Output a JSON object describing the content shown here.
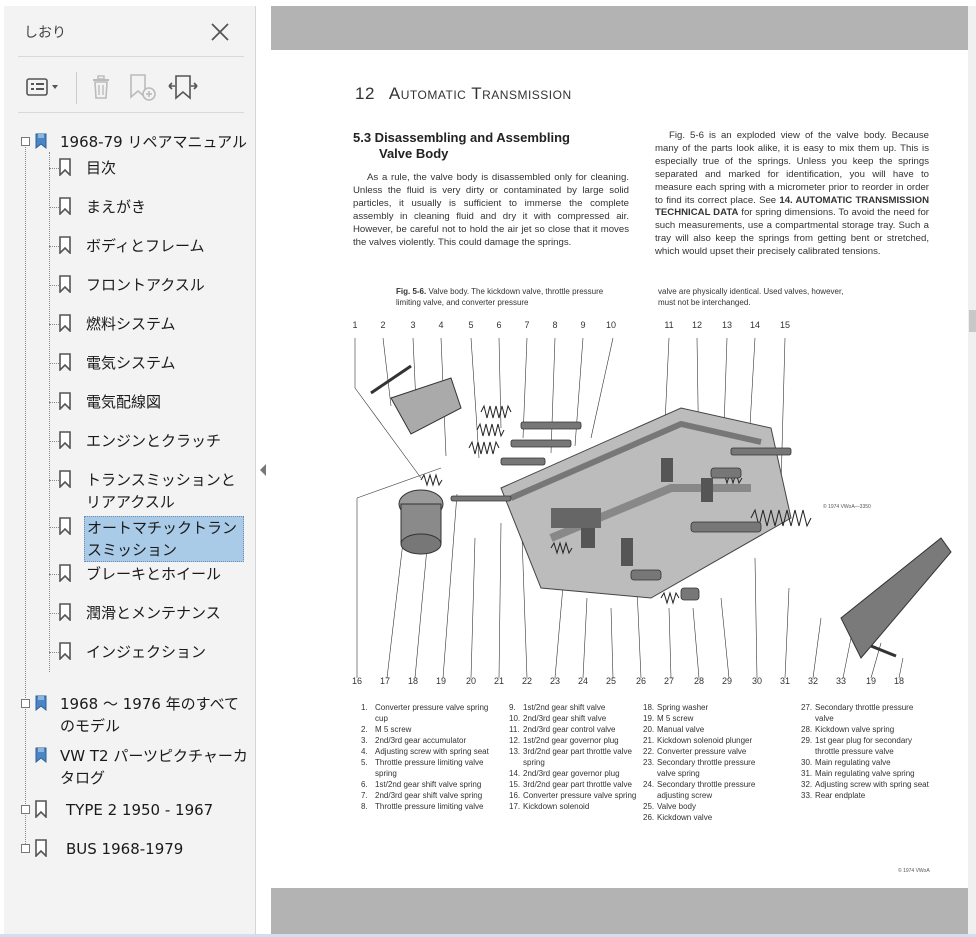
{
  "panel": {
    "title": "しおり",
    "toolbar": [
      "options-menu",
      "delete-bookmark",
      "new-bookmark",
      "expand-bookmark"
    ]
  },
  "tree": {
    "root1": {
      "label": "1968-79 リペアマニュアル",
      "children": [
        "目次",
        "まえがき",
        "ボディとフレーム",
        "フロントアクスル",
        "燃料システム",
        "電気システム",
        "電気配線図",
        "エンジンとクラッチ",
        "トランスミッションとリアアクスル",
        "オートマチックトランスミッション",
        "ブレーキとホイール",
        "潤滑とメンテナンス",
        "インジェクション"
      ],
      "selected_index": 9
    },
    "root2": "1968 ～ 1976 年のすべてのモデル",
    "root3": "VW T2 パーツピクチャーカタログ",
    "root4": "TYPE 2 1950 - 1967",
    "root5": "BUS 1968-1979"
  },
  "page": {
    "number": "12",
    "header": "Automatic Transmission",
    "section_title": "5.3 Disassembling and Assembling",
    "section_title_2": "Valve Body",
    "para_left": "As a rule, the valve body is disassembled only for cleaning. Unless the fluid is very dirty or contaminated by large solid particles, it usually is sufficient to immerse the complete assembly in cleaning fluid and dry it with compressed air. However, be careful not to hold the air jet so close that it moves the valves violently. This could damage the springs.",
    "para_right_a": "Fig. 5-6 is an exploded view of the valve body. Because many of the parts look alike, it is easy to mix them up. This is especially true of the springs. Unless you keep the springs separated and marked for identification, you will have to measure each spring with a micrometer prior to reorder in order to find its correct place. See ",
    "para_right_bold": "14. AUTOMATIC TRANSMISSION TECHNICAL DATA",
    "para_right_b": " for spring dimensions. To avoid the need for such measurements, use a compartmental storage tray. Such a tray will also keep the springs from getting bent or stretched, which would upset their precisely calibrated tensions.",
    "caption_label": "Fig. 5-6.",
    "caption_left": "Valve body. The kickdown valve, throttle pressure limiting valve, and converter pressure",
    "caption_right": "valve are physically identical. Used valves, however, must not be interchanged.",
    "callouts_top": [
      "1",
      "2",
      "3",
      "4",
      "5",
      "6",
      "7",
      "8",
      "9",
      "10",
      "11",
      "12",
      "13",
      "14",
      "15"
    ],
    "callouts_bottom": [
      "16",
      "17",
      "18",
      "19",
      "20",
      "21",
      "22",
      "23",
      "24",
      "25",
      "26",
      "27",
      "28",
      "29",
      "30",
      "31",
      "32",
      "33",
      "19",
      "18"
    ],
    "copyright_diagram": "© 1974 VWoA—3350",
    "copyright_footer": "© 1974 VWoA",
    "legend": [
      [
        "1.",
        "Converter pressure valve spring cup"
      ],
      [
        "2.",
        "M 5 screw"
      ],
      [
        "3.",
        "2nd/3rd gear accumulator"
      ],
      [
        "4.",
        "Adjusting screw with spring seat"
      ],
      [
        "5.",
        "Throttle pressure limiting valve spring"
      ],
      [
        "6.",
        "1st/2nd gear shift valve spring"
      ],
      [
        "7.",
        "2nd/3rd gear shift valve spring"
      ],
      [
        "8.",
        "Throttle pressure limiting valve"
      ],
      [
        "9.",
        "1st/2nd gear shift valve"
      ],
      [
        "10.",
        "2nd/3rd gear shift valve"
      ],
      [
        "11.",
        "2nd/3rd gear control valve"
      ],
      [
        "12.",
        "1st/2nd gear governor plug"
      ],
      [
        "13.",
        "3rd/2nd gear part throttle valve spring"
      ],
      [
        "14.",
        "2nd/3rd gear governor plug"
      ],
      [
        "15.",
        "3rd/2nd gear part throttle valve"
      ],
      [
        "16.",
        "Converter pressure valve spring"
      ],
      [
        "17.",
        "Kickdown solenoid"
      ],
      [
        "18.",
        "Spring washer"
      ],
      [
        "19.",
        "M 5 screw"
      ],
      [
        "20.",
        "Manual valve"
      ],
      [
        "21.",
        "Kickdown solenoid plunger"
      ],
      [
        "22.",
        "Converter pressure valve"
      ],
      [
        "23.",
        "Secondary throttle pressure valve spring"
      ],
      [
        "24.",
        "Secondary throttle pressure adjusting screw"
      ],
      [
        "25.",
        "Valve body"
      ],
      [
        "26.",
        "Kickdown valve"
      ],
      [
        "27.",
        "Secondary throttle pressure valve"
      ],
      [
        "28.",
        "Kickdown valve spring"
      ],
      [
        "29.",
        "1st gear plug for secondary throttle pressure valve"
      ],
      [
        "30.",
        "Main regulating valve"
      ],
      [
        "31.",
        "Main regulating valve spring"
      ],
      [
        "32.",
        "Adjusting screw with spring seat"
      ],
      [
        "33.",
        "Rear endplate"
      ]
    ]
  },
  "colors": {
    "panel_bg": "#f3f3f3",
    "selected_bg": "#a9cbe7",
    "doc_bg": "#b3b3b3",
    "bookmark_icon_blue": "#4a86c5"
  }
}
